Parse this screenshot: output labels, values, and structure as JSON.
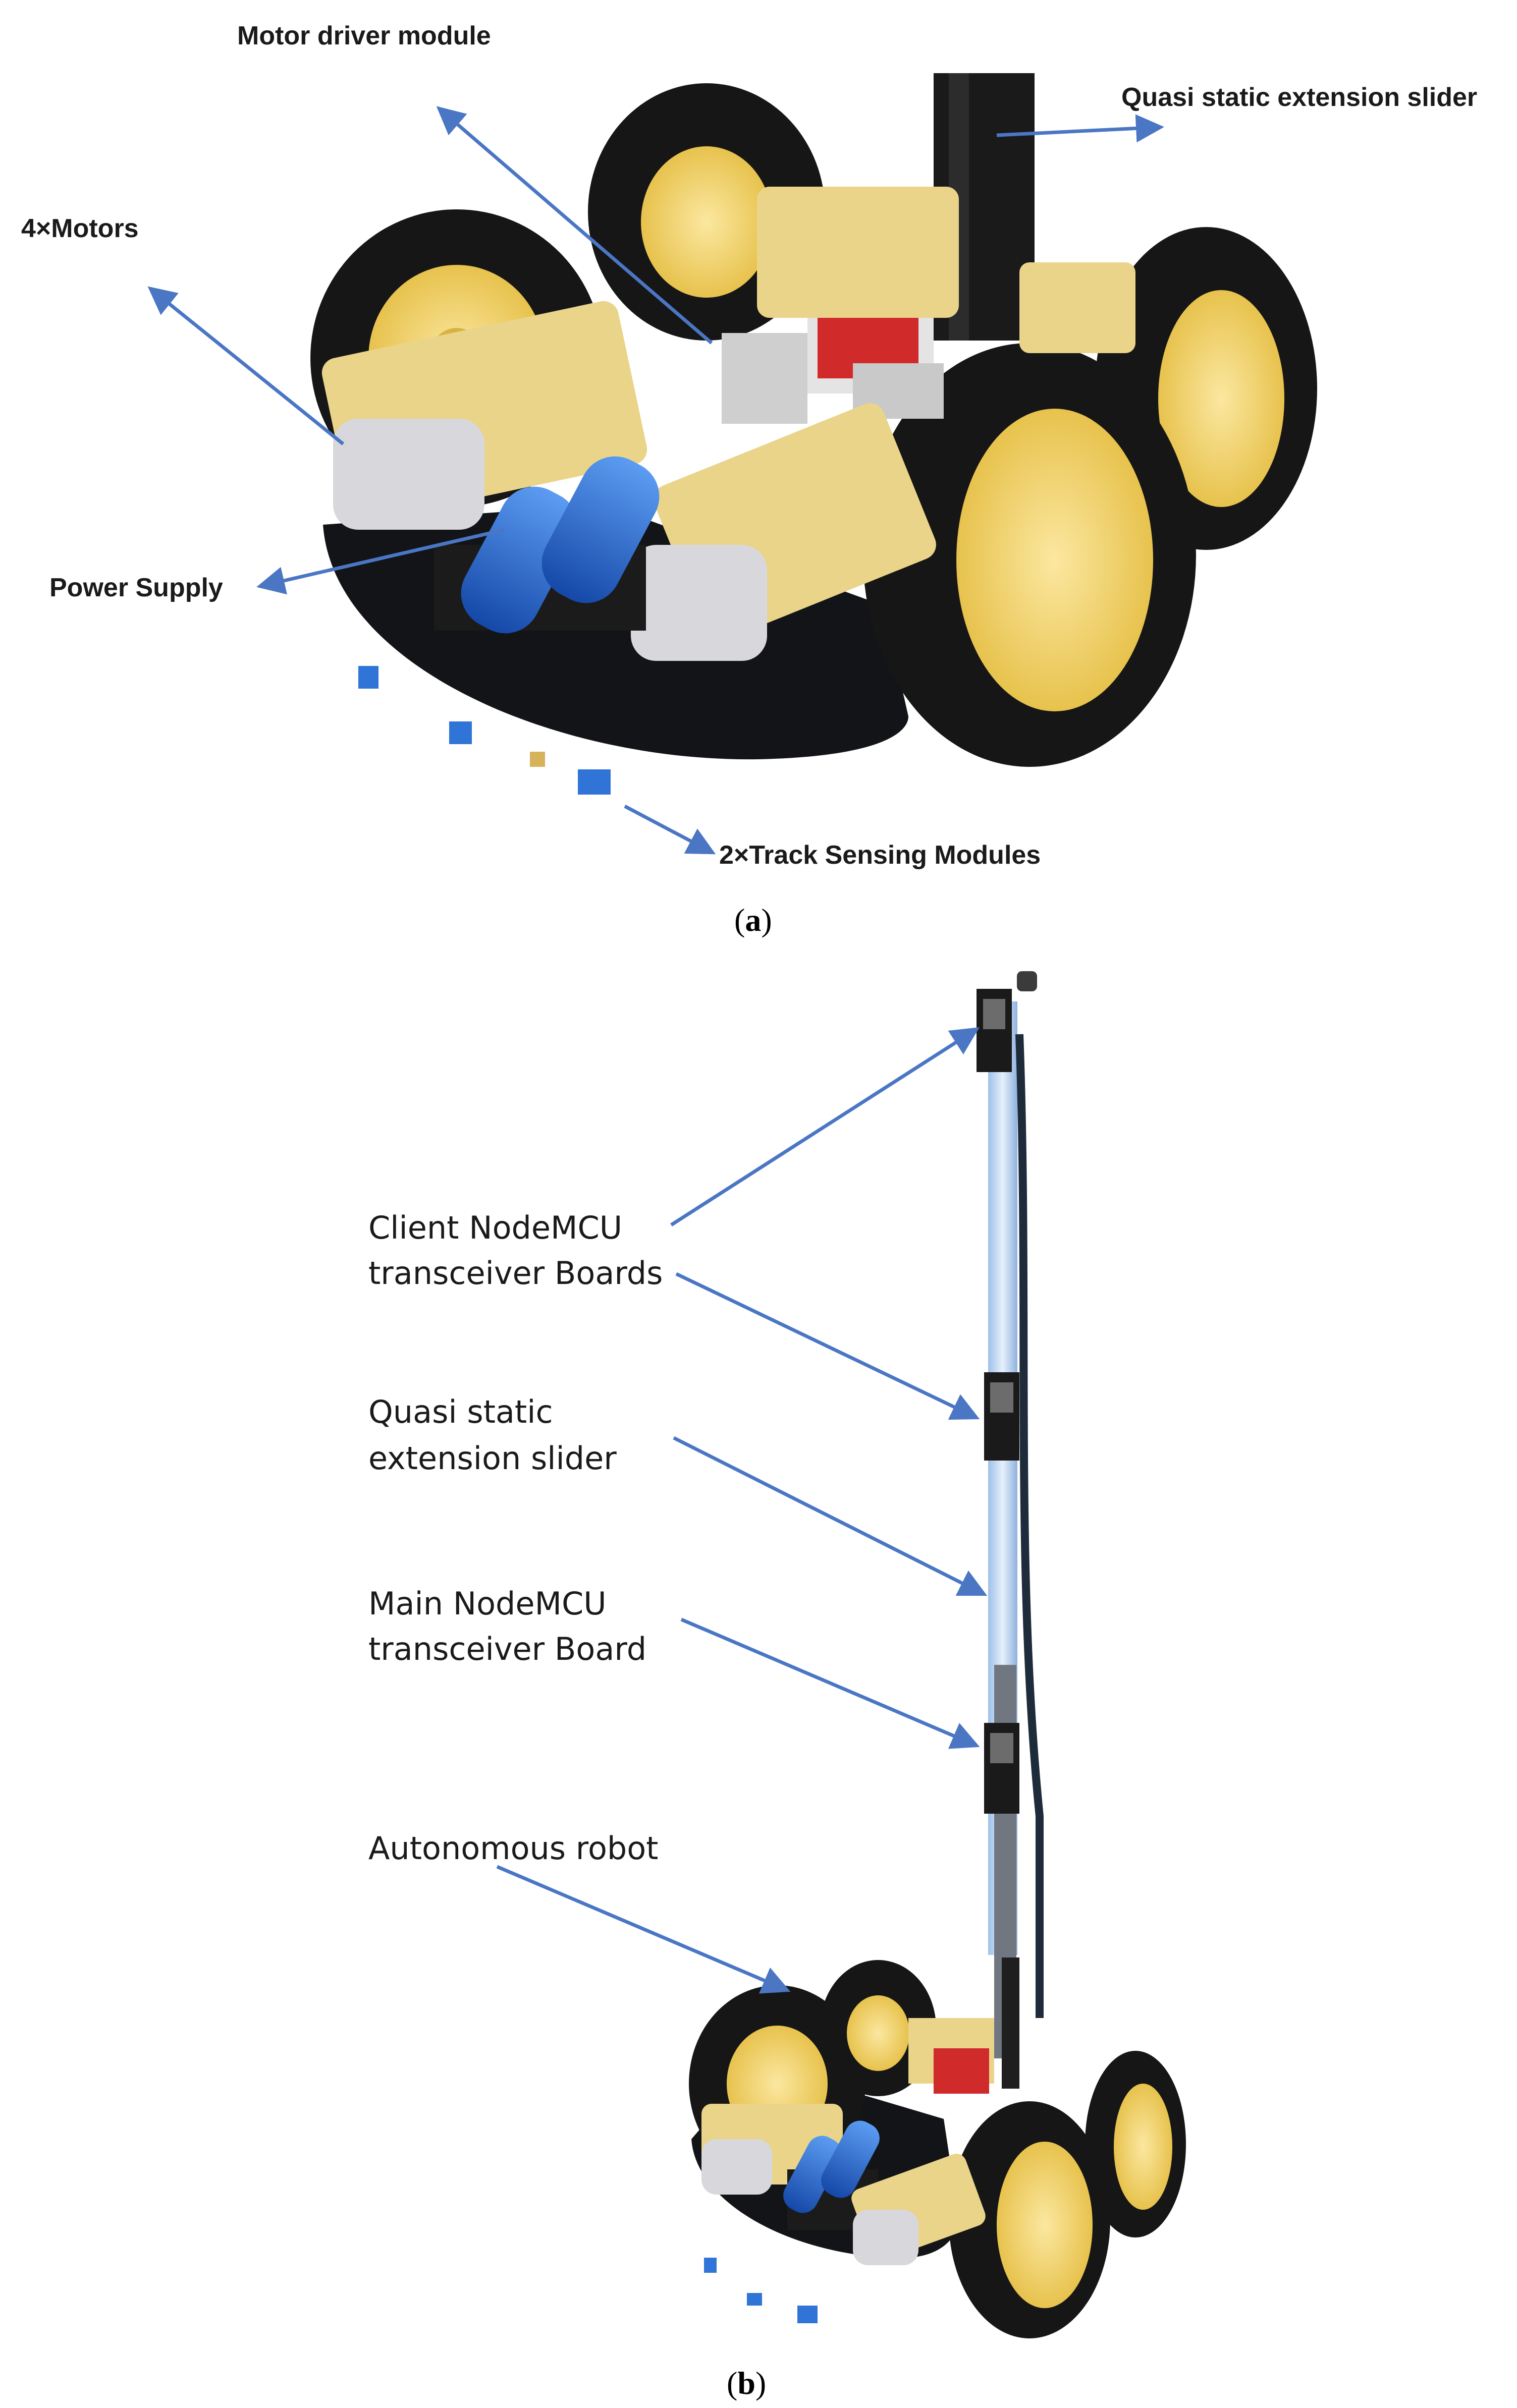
{
  "panel_a": {
    "labels": {
      "motor_driver": "Motor driver module",
      "quasi_slider": "Quasi static extension slider",
      "motors": "4×Motors",
      "power_supply": "Power Supply",
      "track_sensing": "2×Track Sensing Modules"
    },
    "caption_open": "(",
    "caption_letter": "a",
    "caption_close": ")"
  },
  "panel_b": {
    "labels": {
      "client_line1": "Client NodeMCU",
      "client_line2": "transceiver Boards",
      "slider_line1": "Quasi static",
      "slider_line2": "extension slider",
      "main_line1": "Main NodeMCU",
      "main_line2": "transceiver Board",
      "robot": "Autonomous robot"
    },
    "caption_open": "(",
    "caption_letter": "b",
    "caption_close": ")"
  },
  "colors": {
    "arrow": "#4a76c4",
    "tire": "#161616",
    "hub": "#f0d264",
    "motor": "#e9d48a",
    "battery": "#1f66d6",
    "chassis": "#121417",
    "board_red": "#d02a2a",
    "sensor": "#2f74d6"
  }
}
